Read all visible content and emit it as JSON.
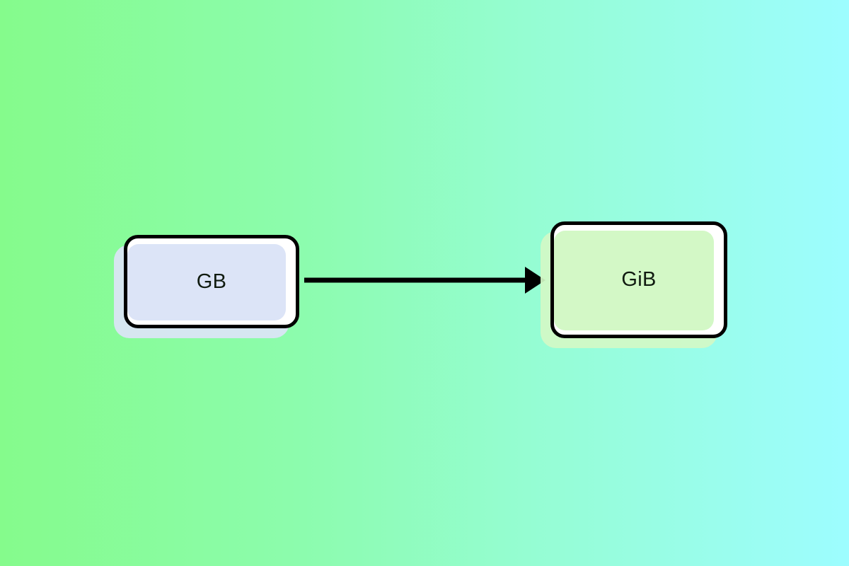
{
  "diagram": {
    "type": "flowchart",
    "direction": "left-to-right",
    "background": {
      "gradient_from": "#85fb8c",
      "gradient_to": "#9dfdff",
      "gradient_direction": "horizontal"
    },
    "nodes": [
      {
        "id": "gb",
        "label": "GB",
        "shape": "rounded-rectangle",
        "fill": "#dce4f7",
        "border": "#000000",
        "text_color": "#101b10"
      },
      {
        "id": "gib",
        "label": "GiB",
        "shape": "rounded-rectangle",
        "fill": "#d3f8c6",
        "border": "#000000",
        "text_color": "#101b10"
      }
    ],
    "edges": [
      {
        "id": "gb-to-gib",
        "from": "gb",
        "to": "gib",
        "label": "",
        "style": "solid",
        "arrowhead": "filled-triangle",
        "color": "#000000"
      }
    ]
  }
}
